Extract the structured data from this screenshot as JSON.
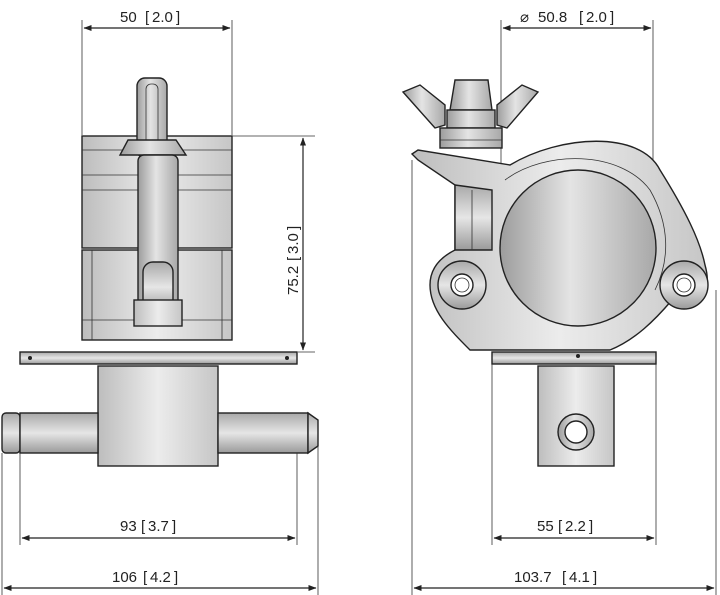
{
  "views": {
    "side": {
      "width_top": "50",
      "width_top_inch": "2.0",
      "height": "75.2",
      "height_inch": "3.0",
      "bolt_length": "93",
      "bolt_length_inch": "3.7",
      "overall_width": "106",
      "overall_width_inch": "4.2"
    },
    "front": {
      "tube_diameter_symbol": "⌀",
      "tube_diameter": "50.8",
      "tube_diameter_inch": "2.0",
      "base_width": "55",
      "base_width_inch": "2.2",
      "overall_width": "103.7",
      "overall_width_inch": "4.1"
    }
  }
}
